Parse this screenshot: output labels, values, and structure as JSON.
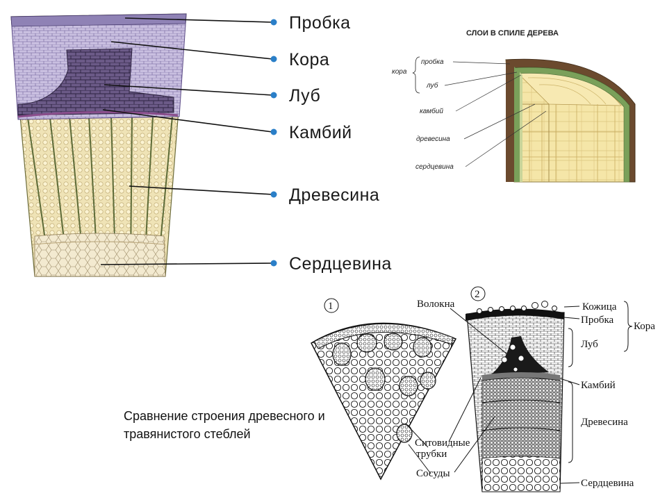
{
  "diagram1": {
    "labels": [
      "Пробка",
      "Кора",
      "Луб",
      "Камбий",
      "Древесина",
      "Сердцевина"
    ],
    "bullet_color": "#2a7fc8"
  },
  "diagram2": {
    "title": "СЛОИ В СПИЛЕ ДЕРЕВА",
    "group_label": "кора",
    "labels": [
      "пробка",
      "луб",
      "камбий",
      "древесина",
      "сердцевина"
    ]
  },
  "diagram3": {
    "numbers": [
      "1",
      "2"
    ],
    "left_labels": [
      "Волокна",
      "Ситовидные",
      "трубки",
      "Сосуды"
    ],
    "right_labels": [
      "Кожица",
      "Пробка",
      "Луб",
      "Камбий",
      "Древесина",
      "Сердцевина"
    ],
    "group_label": "Кора"
  },
  "caption": "Сравнение строения древесного и травянистого стеблей"
}
